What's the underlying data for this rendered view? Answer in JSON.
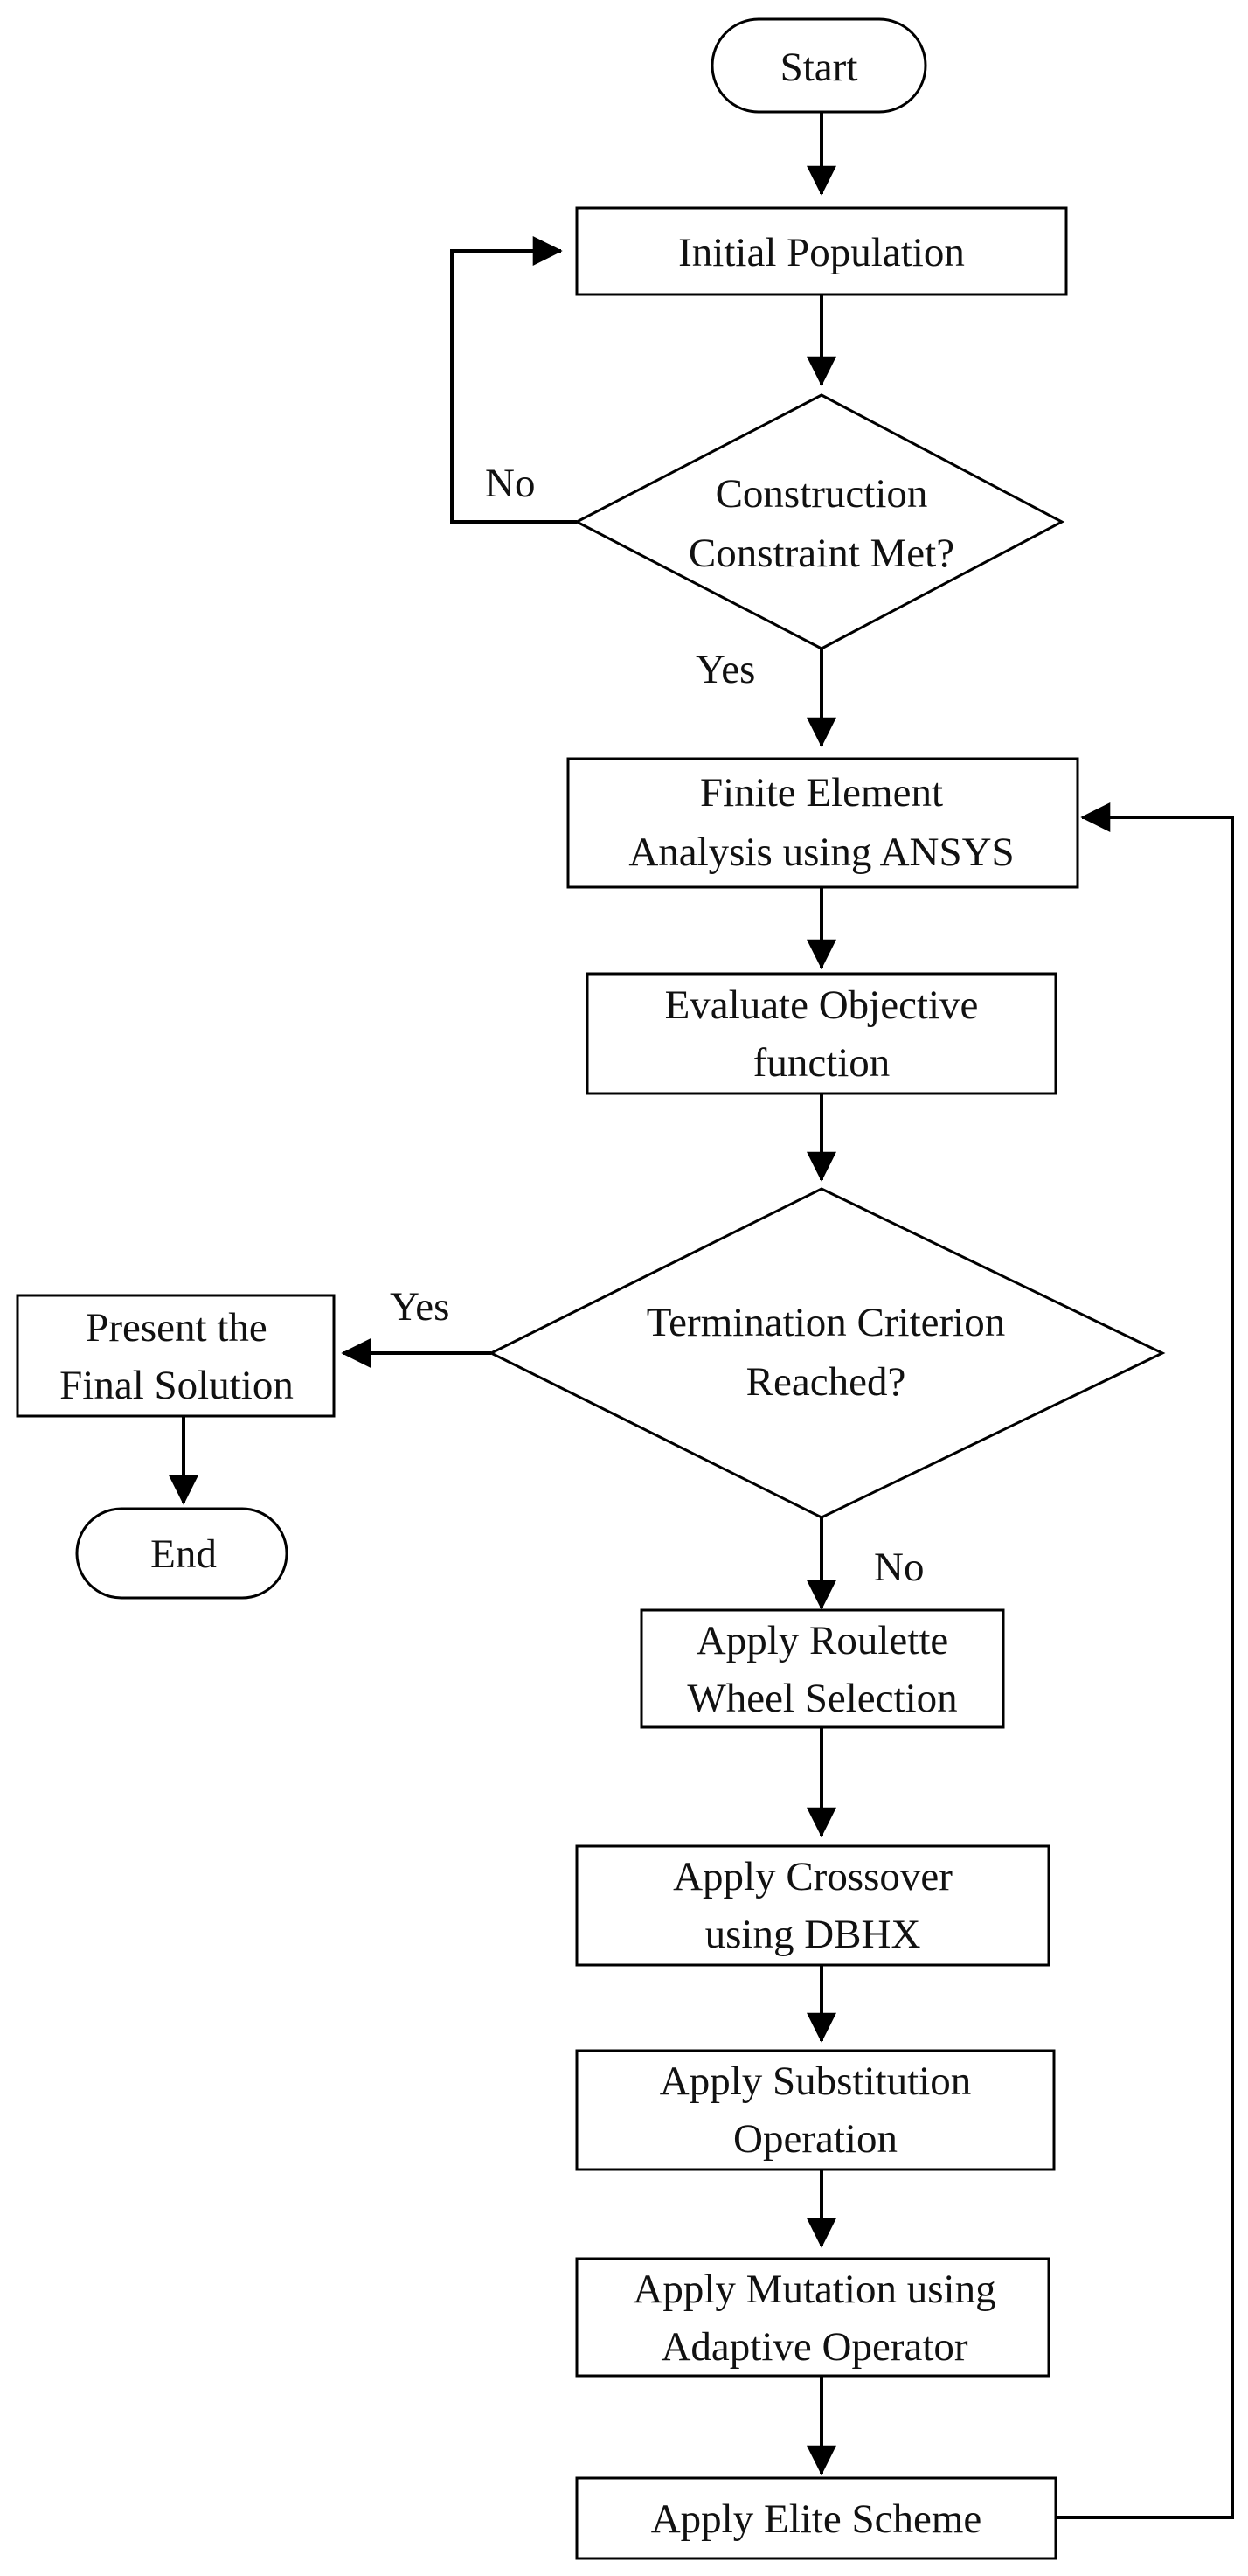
{
  "nodes": {
    "start": {
      "lines": [
        "Start"
      ]
    },
    "initial_population": {
      "lines": [
        "Initial Population"
      ]
    },
    "construction_check": {
      "lines": [
        "Construction",
        "Constraint Met?"
      ]
    },
    "fea": {
      "lines": [
        "Finite Element",
        "Analysis using ANSYS"
      ]
    },
    "evaluate": {
      "lines": [
        "Evaluate Objective",
        "function"
      ]
    },
    "termination_check": {
      "lines": [
        "Termination Criterion",
        "Reached?"
      ]
    },
    "present": {
      "lines": [
        "Present the",
        "Final Solution"
      ]
    },
    "end": {
      "lines": [
        "End"
      ]
    },
    "roulette": {
      "lines": [
        "Apply Roulette",
        "Wheel Selection"
      ]
    },
    "crossover": {
      "lines": [
        "Apply Crossover",
        "using DBHX"
      ]
    },
    "substitution": {
      "lines": [
        "Apply Substitution",
        "Operation"
      ]
    },
    "mutation": {
      "lines": [
        "Apply Mutation using",
        "Adaptive Operator"
      ]
    },
    "elite": {
      "lines": [
        "Apply Elite Scheme"
      ]
    }
  },
  "edge_labels": {
    "construction_no": "No",
    "construction_yes": "Yes",
    "termination_yes": "Yes",
    "termination_no": "No"
  }
}
